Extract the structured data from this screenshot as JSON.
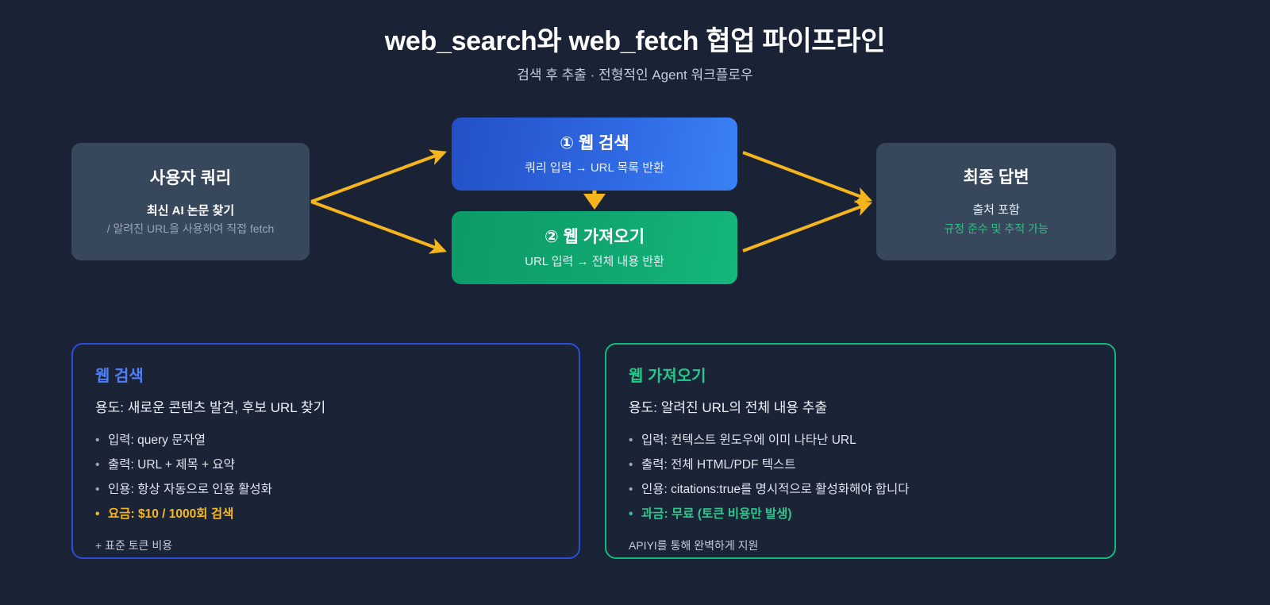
{
  "header": {
    "title": "web_search와 web_fetch 협업 파이프라인",
    "subtitle": "검색 후 추출 · 전형적인 Agent 워크플로우"
  },
  "flow": {
    "nodes": [
      {
        "id": "user-query",
        "title": "사용자 쿼리",
        "sub": "최신 AI 논문 찾기",
        "sub2": "/ 알려진 URL을 사용하여 직접 fetch",
        "color": "#37475c"
      },
      {
        "id": "web-search",
        "title": "① 웹 검색",
        "sub": "쿼리 입력 → URL 목록 반환",
        "color": "#2f6ae4"
      },
      {
        "id": "web-fetch",
        "title": "② 웹 가져오기",
        "sub": "URL 입력 → 전체 내용 반환",
        "color": "#10a770"
      },
      {
        "id": "final-answer",
        "title": "최종 답변",
        "sub": "출처 포함",
        "sub_accent": "규정 준수 및 추적 가능",
        "color": "#37475c"
      }
    ],
    "arrow_color": "#f5b51e"
  },
  "cards": [
    {
      "id": "web-search-card",
      "title": "웹 검색",
      "accent": "#4f7ef7",
      "purpose": "용도: 새로운 콘텐츠 발견, 후보 URL 찾기",
      "bullets": [
        "입력: query 문자열",
        "출력: URL + 제목 + 요약",
        "인용: 항상 자동으로 인용 활성화"
      ],
      "highlight": "요금: $10 / 1000회 검색",
      "highlight_color": "#f5b820",
      "footer": "+ 표준 토큰 비용"
    },
    {
      "id": "web-fetch-card",
      "title": "웹 가져오기",
      "accent": "#22c98c",
      "purpose": "용도: 알려진 URL의 전체 내용 추출",
      "bullets": [
        "입력: 컨텍스트 윈도우에 이미 나타난 URL",
        "출력: 전체 HTML/PDF 텍스트",
        "인용: citations:true를 명시적으로 활성화해야 합니다"
      ],
      "highlight": "과금: 무료 (토큰 비용만 발생)",
      "highlight_color": "#2fc68c",
      "footer": "APIYI를 통해 완벽하게 지원"
    }
  ],
  "theme": {
    "background": "#1a2236",
    "card_background": "#1b2336",
    "node_slate": "#37475c",
    "arrow_amber": "#f5b51e"
  }
}
